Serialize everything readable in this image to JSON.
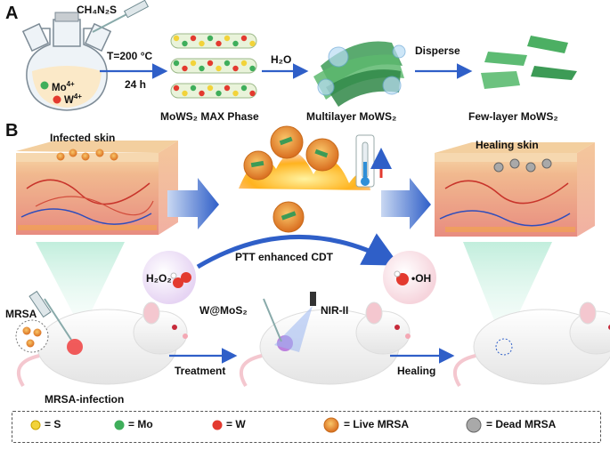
{
  "panels": {
    "a": "A",
    "b": "B"
  },
  "synthesis": {
    "reagent": "CH₄N₂S",
    "flask_mo": "Mo",
    "flask_mo_charge": "4+",
    "flask_w": "W",
    "flask_w_charge": "4+",
    "condition_temp": "T=200 °C",
    "condition_time": "24 h",
    "step_water": "H₂O",
    "step_disperse": "Disperse",
    "max_phase_label": "MoWS₂ MAX Phase",
    "multilayer_label": "Multilayer MoWS₂",
    "fewlayer_label": "Few-layer MoWS₂"
  },
  "treatment": {
    "infected_skin": "Infected skin",
    "healing_skin": "Healing skin",
    "mechanism": "PTT enhanced CDT",
    "h2o2": "H₂O₂",
    "oh_radical": "•OH",
    "mrsa": "MRSA",
    "material": "W@MoS₂",
    "nir": "NIR-II",
    "step_treatment": "Treatment",
    "step_healing": "Healing",
    "mrsa_infection": "MRSA-infection"
  },
  "legend": [
    {
      "symbol": "s-dot",
      "label": "= S",
      "color": "#f2d33a"
    },
    {
      "symbol": "mo-dot",
      "label": "= Mo",
      "color": "#3fae5b"
    },
    {
      "symbol": "w-dot",
      "label": "= W",
      "color": "#e33a2f"
    },
    {
      "symbol": "live-mrsa",
      "label": "= Live MRSA",
      "color": "#f0a23a"
    },
    {
      "symbol": "dead-mrsa",
      "label": "= Dead MRSA",
      "color": "#9a9a9a"
    }
  ],
  "colors": {
    "arrow_blue": "#2f5fc8",
    "skin": "#f3c79b",
    "flesh": "#e88b7f",
    "nanosheet": "#3d9b56"
  }
}
